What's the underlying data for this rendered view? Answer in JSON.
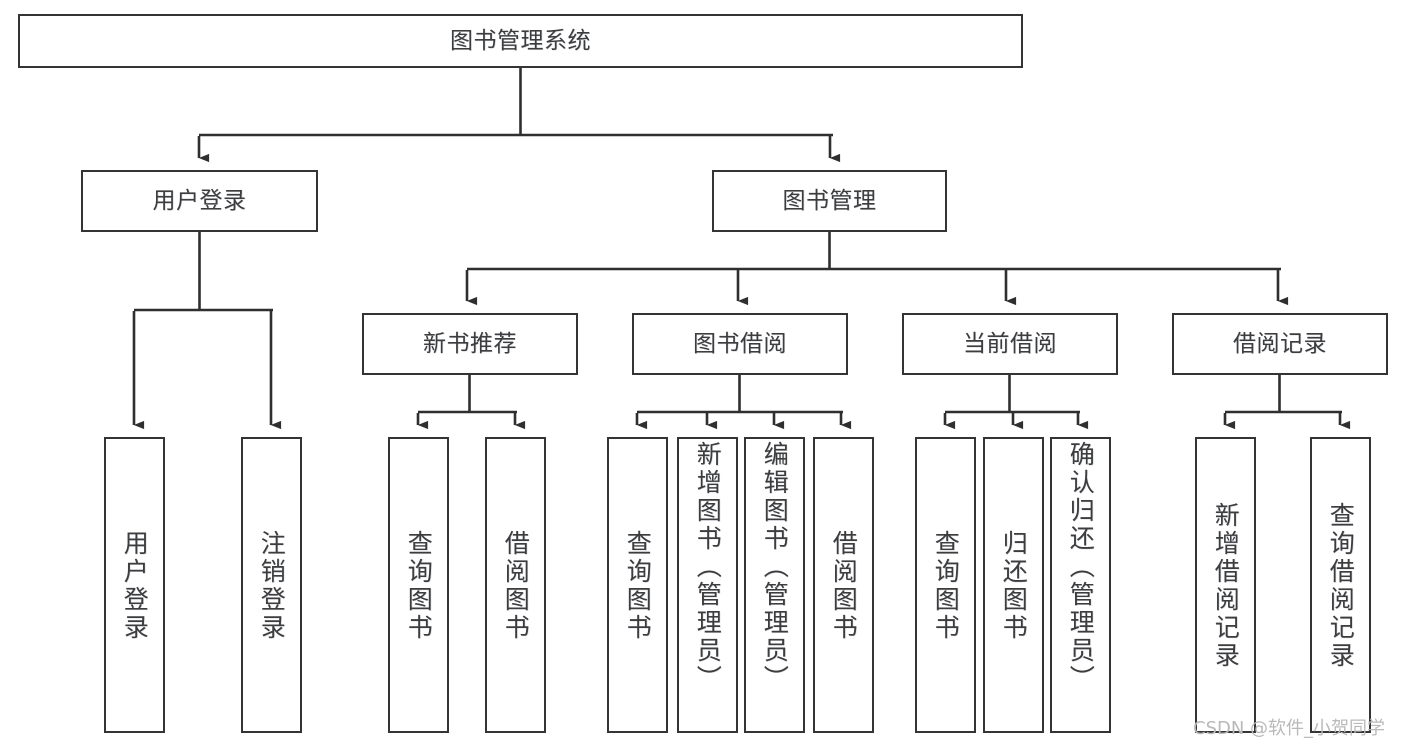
{
  "diagram": {
    "title": "图书管理系统",
    "type": "tree-hierarchy-chart",
    "watermark": "CSDN @软件_小贺同学",
    "colors": {
      "box_border": "#343434",
      "box_fill": "#ffffff",
      "connector": "#2f2f2f",
      "text": "#3d3d3d",
      "watermark": "#b9b9b9",
      "background": "#ffffff"
    },
    "nodes": {
      "root": {
        "label": "图书管理系统"
      },
      "level2": [
        {
          "label": "用户登录"
        },
        {
          "label": "图书管理"
        }
      ],
      "level3": [
        {
          "label": "新书推荐"
        },
        {
          "label": "图书借阅"
        },
        {
          "label": "当前借阅"
        },
        {
          "label": "借阅记录"
        }
      ],
      "leaves": [
        {
          "label": "用户登录",
          "parent": "用户登录"
        },
        {
          "label": "注销登录",
          "parent": "用户登录"
        },
        {
          "label": "查询图书",
          "parent": "新书推荐"
        },
        {
          "label": "借阅图书",
          "parent": "新书推荐"
        },
        {
          "label": "查询图书",
          "parent": "图书借阅"
        },
        {
          "label": "新增图书（管理员）",
          "parent": "图书借阅"
        },
        {
          "label": "编辑图书（管理员）",
          "parent": "图书借阅"
        },
        {
          "label": "借阅图书",
          "parent": "图书借阅"
        },
        {
          "label": "查询图书",
          "parent": "当前借阅"
        },
        {
          "label": "归还图书",
          "parent": "当前借阅"
        },
        {
          "label": "确认归还（管理员）",
          "parent": "当前借阅"
        },
        {
          "label": "新增借阅记录",
          "parent": "借阅记录"
        },
        {
          "label": "查询借阅记录",
          "parent": "借阅记录"
        }
      ]
    }
  }
}
